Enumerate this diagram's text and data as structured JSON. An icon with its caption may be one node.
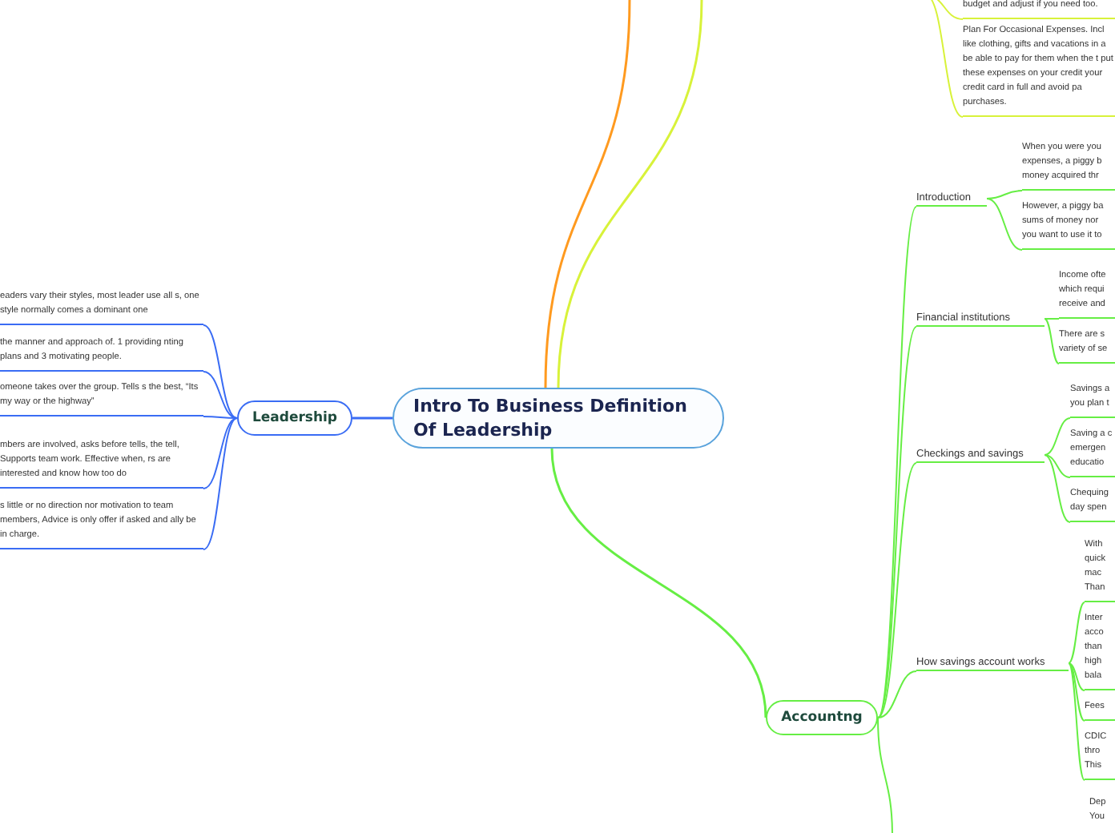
{
  "diagram": {
    "nodes": [
      {
        "text": [
          "Intro To Business Definition Of Leadership"
        ]
      },
      {
        "text": [
          "Leadership"
        ]
      },
      {
        "text": [
          "eaders vary their styles, most leader use all s, one style normally comes a dominant one"
        ]
      },
      {
        "text": [
          "the manner and approach of. 1 providing nting plans and 3 motivating people."
        ]
      },
      {
        "text": [
          "omeone takes over the group. Tells s the best, “Its my way or the highway”"
        ]
      },
      {
        "text": [
          "mbers are involved, asks before tells, the tell, Supports team work. Effective when, rs are interested and know how too do"
        ]
      },
      {
        "text": [
          "s little or no direction nor motivation to team members, Advice is only offer if asked and ally be in charge."
        ]
      },
      {
        "text": [
          "Accountng"
        ]
      },
      {
        "text": [
          "Introduction"
        ]
      },
      {
        "text": [
          "When you were you expenses, a piggy b money acquired thr"
        ]
      },
      {
        "text": [
          "However, a piggy ba sums of money nor you want to use it to"
        ]
      },
      {
        "text": [
          "Financial institutions"
        ]
      },
      {
        "text": [
          "Income ofte which requi receive and"
        ]
      },
      {
        "text": [
          "There are s variety of se"
        ]
      },
      {
        "text": [
          "Checkings and savings"
        ]
      },
      {
        "text": [
          "Savings a you plan t"
        ]
      },
      {
        "text": [
          "Saving a c emergen educatio"
        ]
      },
      {
        "text": [
          "Chequing day spen"
        ]
      },
      {
        "text": [
          "How savings account works"
        ]
      },
      {
        "text": [
          "With quick mac Than"
        ]
      },
      {
        "text": [
          "Inter acco than high bala"
        ]
      },
      {
        "text": [
          "Fees"
        ]
      },
      {
        "text": [
          "CDIC thro This"
        ]
      },
      {
        "text": [
          "Dep You"
        ]
      },
      {
        "text": [
          "budget and adjust if you need too."
        ]
      },
      {
        "text": [
          "Plan For Occasional Expenses. Incl like clothing, gifts and vacations in a be able to pay for them when the t put these expenses on your credit your credit card in full and avoid pa purchases."
        ]
      }
    ],
    "edges": [
      {
        "from": 0,
        "to": 1,
        "arrow": "none",
        "color": "#3a6cf4"
      },
      {
        "from": 1,
        "to": 2,
        "arrow": "none",
        "color": "#3a6cf4"
      },
      {
        "from": 1,
        "to": 3,
        "arrow": "none",
        "color": "#3a6cf4"
      },
      {
        "from": 1,
        "to": 4,
        "arrow": "none",
        "color": "#3a6cf4"
      },
      {
        "from": 1,
        "to": 5,
        "arrow": "none",
        "color": "#3a6cf4"
      },
      {
        "from": 1,
        "to": 6,
        "arrow": "none",
        "color": "#3a6cf4"
      },
      {
        "from": 0,
        "to": 7,
        "arrow": "none"
      },
      {
        "from": 0,
        "to": null,
        "arrow": "none",
        "color": "#ff9a1f"
      },
      {
        "from": 0,
        "to": null,
        "arrow": "none",
        "color": "#d8f23a"
      },
      {
        "from": 7,
        "to": 8,
        "arrow": "none"
      },
      {
        "from": 8,
        "to": 9,
        "arrow": "none"
      },
      {
        "from": 8,
        "to": 10,
        "arrow": "none"
      },
      {
        "from": 7,
        "to": 11,
        "arrow": "none"
      },
      {
        "from": 11,
        "to": 12,
        "arrow": "none"
      },
      {
        "from": 11,
        "to": 13,
        "arrow": "none"
      },
      {
        "from": 7,
        "to": 14,
        "arrow": "none"
      },
      {
        "from": 14,
        "to": 15,
        "arrow": "none"
      },
      {
        "from": 14,
        "to": 16,
        "arrow": "none"
      },
      {
        "from": 14,
        "to": 17,
        "arrow": "none"
      },
      {
        "from": 7,
        "to": 18,
        "arrow": "none"
      },
      {
        "from": 18,
        "to": 19,
        "arrow": "none"
      },
      {
        "from": 18,
        "to": 20,
        "arrow": "none"
      },
      {
        "from": 18,
        "to": 21,
        "arrow": "none"
      },
      {
        "from": 18,
        "to": 22,
        "arrow": "none"
      },
      {
        "from": 7,
        "to": null,
        "arrow": "none"
      },
      {
        "from": null,
        "to": 24,
        "arrow": "none",
        "color": "#d8f23a"
      },
      {
        "from": null,
        "to": 25,
        "arrow": "none",
        "color": "#d8f23a"
      }
    ]
  }
}
